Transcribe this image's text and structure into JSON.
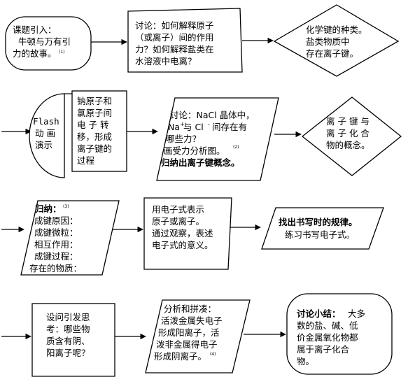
{
  "nodes": {
    "intro": {
      "l1": "课题引入：",
      "l2": "牛顿与万有引",
      "l3": "力的故事。",
      "ref": "(1)"
    },
    "discuss1": {
      "l1": "讨论：如何解释原子",
      "l2": "（或离子）间的作用",
      "l3": "力？如何解释盐类在",
      "l4": "水溶液中电离？"
    },
    "chem_bond": {
      "l1": "化学键的种类。",
      "l2": "盐类物质中",
      "l3": "存在离子键。"
    },
    "flash": {
      "l1": "Flash",
      "l2": "动 画",
      "l3": "演示"
    },
    "transfer": {
      "l1": "钠原子和",
      "l2": "氯原子间",
      "l3": "电 子 转",
      "l4": "移，形成",
      "l5": "离子键的",
      "l6": "过程"
    },
    "discuss2": {
      "l1": "讨论：NaCl 晶体中，",
      "l2": "Na",
      "l2b": "与 Cl",
      "l2c": "间存在有",
      "sup1": "+",
      "sup2": "-",
      "l3": "哪些力？",
      "l4": "画受力分析图。",
      "ref": "(2)",
      "l5": "归纳出离子键概念。"
    },
    "concept": {
      "l1": "离 子 键 与",
      "l2": "离 子 化 合",
      "l3": "物的概念。"
    },
    "summary": {
      "head": "归纳：",
      "ref": "(3)",
      "l1": "成键原因：",
      "l2": "成键微粒：",
      "l3": "相互作用：",
      "l4": "成键过程：",
      "l5": "存在的物质："
    },
    "electron": {
      "l1": "用电子式表示",
      "l2": "原子或离子。",
      "l3": "通过观察，表述",
      "l4": "电子式的意义。"
    },
    "rules": {
      "l1": "找出书写时的规律。",
      "l2": "练习书写电子式。"
    },
    "question": {
      "l1": "设问引发思",
      "l2": "考：哪些物",
      "l3": "质含有阴、",
      "l4": "阳离子呢？"
    },
    "analysis": {
      "l1": "分析和拼凑：",
      "l2": "活泼金属失电子",
      "l3": "形成阳离子，活",
      "l4": "泼非金属得电子",
      "l5": "形成阴离子。",
      "ref": "(4)"
    },
    "final": {
      "head": "讨论小结：",
      "l1": "大多",
      "l2": "数的盐、碱、低",
      "l3": "价金属氧化物都",
      "l4": "属于离子化合",
      "l5": "物。"
    }
  }
}
